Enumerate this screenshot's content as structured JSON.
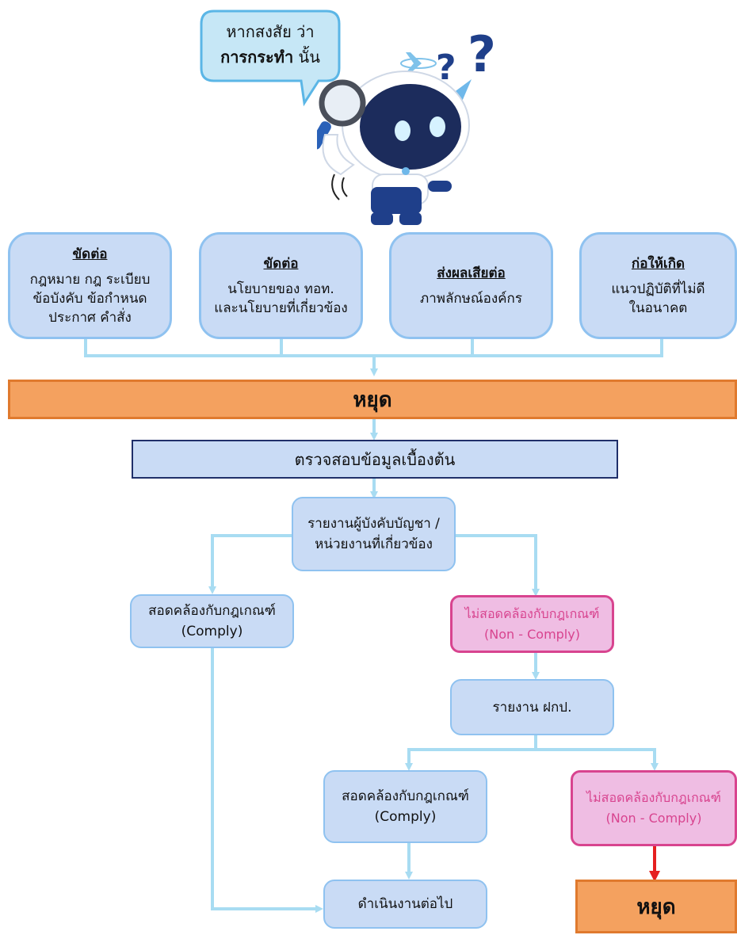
{
  "bubble": {
    "line1": "หากสงสัย ว่า",
    "bold": "การกระทำ",
    "rest": " นั้น"
  },
  "top_boxes": [
    {
      "heading": "ขัดต่อ",
      "lines": [
        "กฎหมาย กฎ ระเบียบ",
        "ข้อบังคับ ข้อกำหนด",
        "ประกาศ คำสั่ง"
      ]
    },
    {
      "heading": "ขัดต่อ",
      "lines": [
        "นโยบายของ ทอท.",
        "และนโยบายที่เกี่ยวข้อง"
      ]
    },
    {
      "heading": "ส่งผลเสียต่อ",
      "lines": [
        "ภาพลักษณ์องค์กร"
      ]
    },
    {
      "heading": "ก่อให้เกิด",
      "lines": [
        "แนวปฏิบัติที่ไม่ดี",
        "ในอนาคต"
      ]
    }
  ],
  "stop_label": "หยุด",
  "verify_label": "ตรวจสอบข้อมูลเบื้องต้น",
  "report_label": [
    "รายงานผู้บังคับบัญชา /",
    "หน่วยงานที่เกี่ยวข้อง"
  ],
  "comply_label": [
    "สอดคล้องกับกฎเกณฑ์",
    "(Comply)"
  ],
  "noncomply_label": [
    "ไม่สอดคล้องกับกฎเกณฑ์",
    "(Non - Comply)"
  ],
  "report2_label": "รายงาน ฝกป.",
  "continue_label": "ดำเนินงานต่อไป",
  "colors": {
    "box_fill": "#c9dbf5",
    "box_border": "#8fc2f0",
    "stop_fill": "#f4a15f",
    "pink_fill": "#efbde3",
    "pink_border": "#d8448f",
    "connector": "#a8dcf2",
    "arrow_red": "#e52020"
  }
}
